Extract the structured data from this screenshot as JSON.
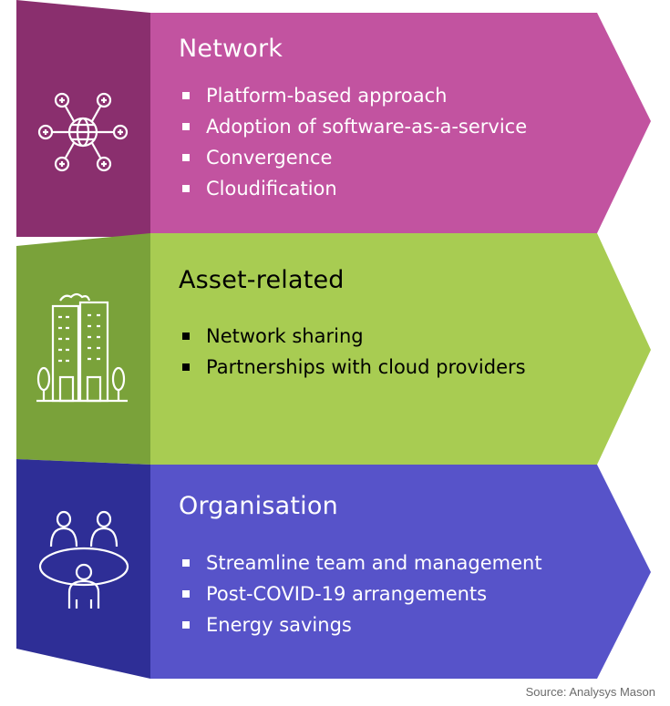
{
  "bands": [
    {
      "title": "Network",
      "items": [
        "Platform-based approach",
        "Adoption of software-as-a-service",
        "Convergence",
        "Cloudification"
      ],
      "icon": "network-globe-icon",
      "colors": {
        "side": "#8a2f6e",
        "main": "#c253a0",
        "text": "#ffffff"
      }
    },
    {
      "title": "Asset-related",
      "items": [
        "Network sharing",
        "Partnerships with cloud providers"
      ],
      "icon": "buildings-icon",
      "colors": {
        "side": "#7aa23a",
        "main": "#a8cc52",
        "text": "#000000"
      }
    },
    {
      "title": "Organisation",
      "items": [
        "Streamline team and management",
        "Post-COVID-19 arrangements",
        "Energy savings"
      ],
      "icon": "team-meeting-icon",
      "colors": {
        "side": "#2e2e96",
        "main": "#5753c9",
        "text": "#ffffff"
      }
    }
  ],
  "source": "Source: Analysys Mason"
}
